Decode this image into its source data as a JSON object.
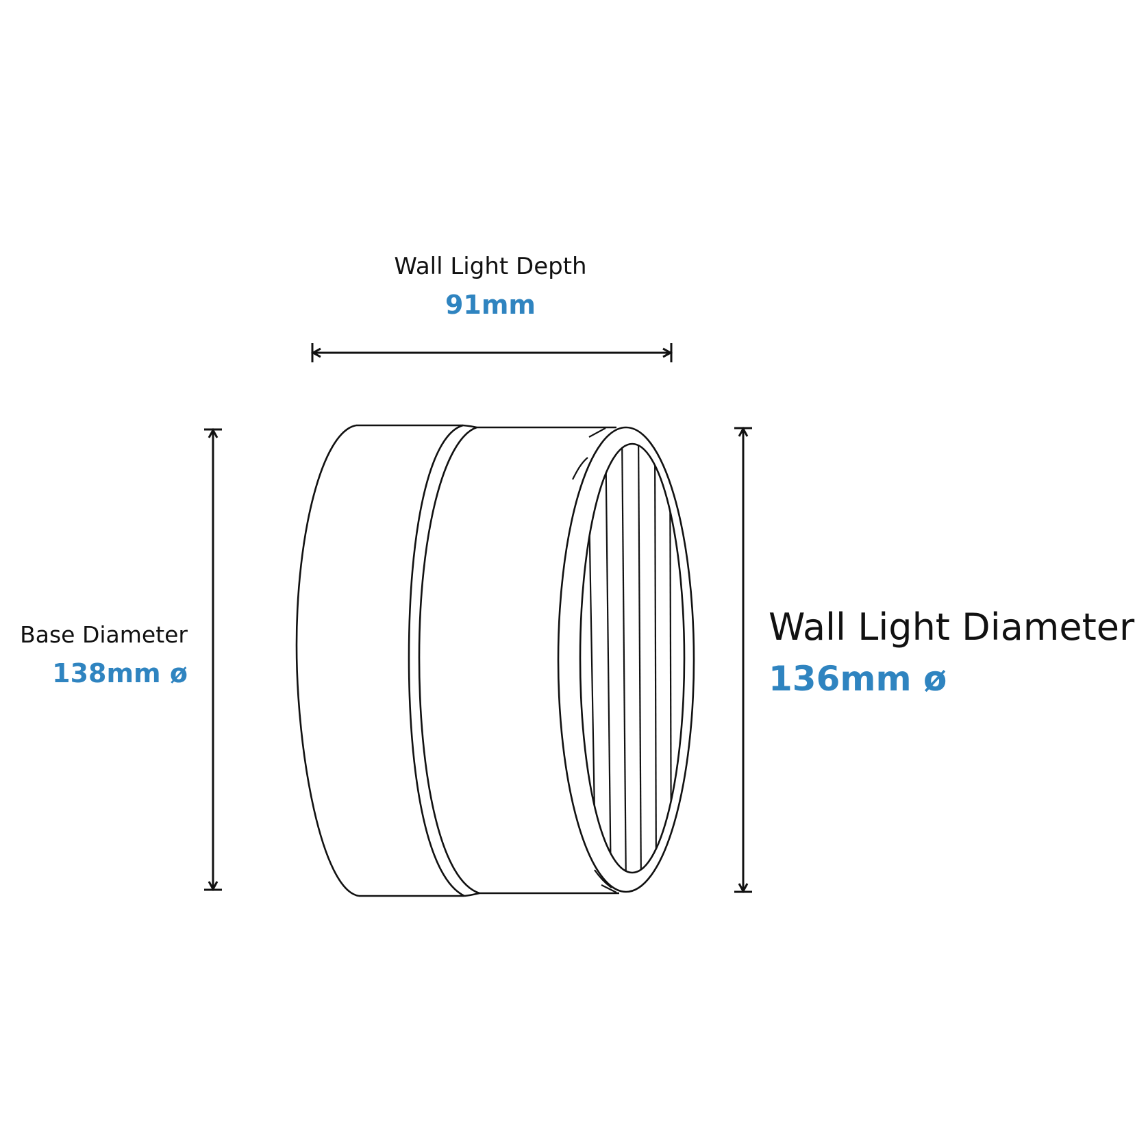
{
  "colors": {
    "line": "#111111",
    "accent": "#2f84c0",
    "background": "#ffffff"
  },
  "depth": {
    "label": "Wall Light Depth",
    "value": "91mm"
  },
  "base_diameter": {
    "label": "Base Diameter",
    "value": "138mm ø"
  },
  "wall_light_diameter": {
    "label": "Wall Light Diameter",
    "value": "136mm ø"
  }
}
